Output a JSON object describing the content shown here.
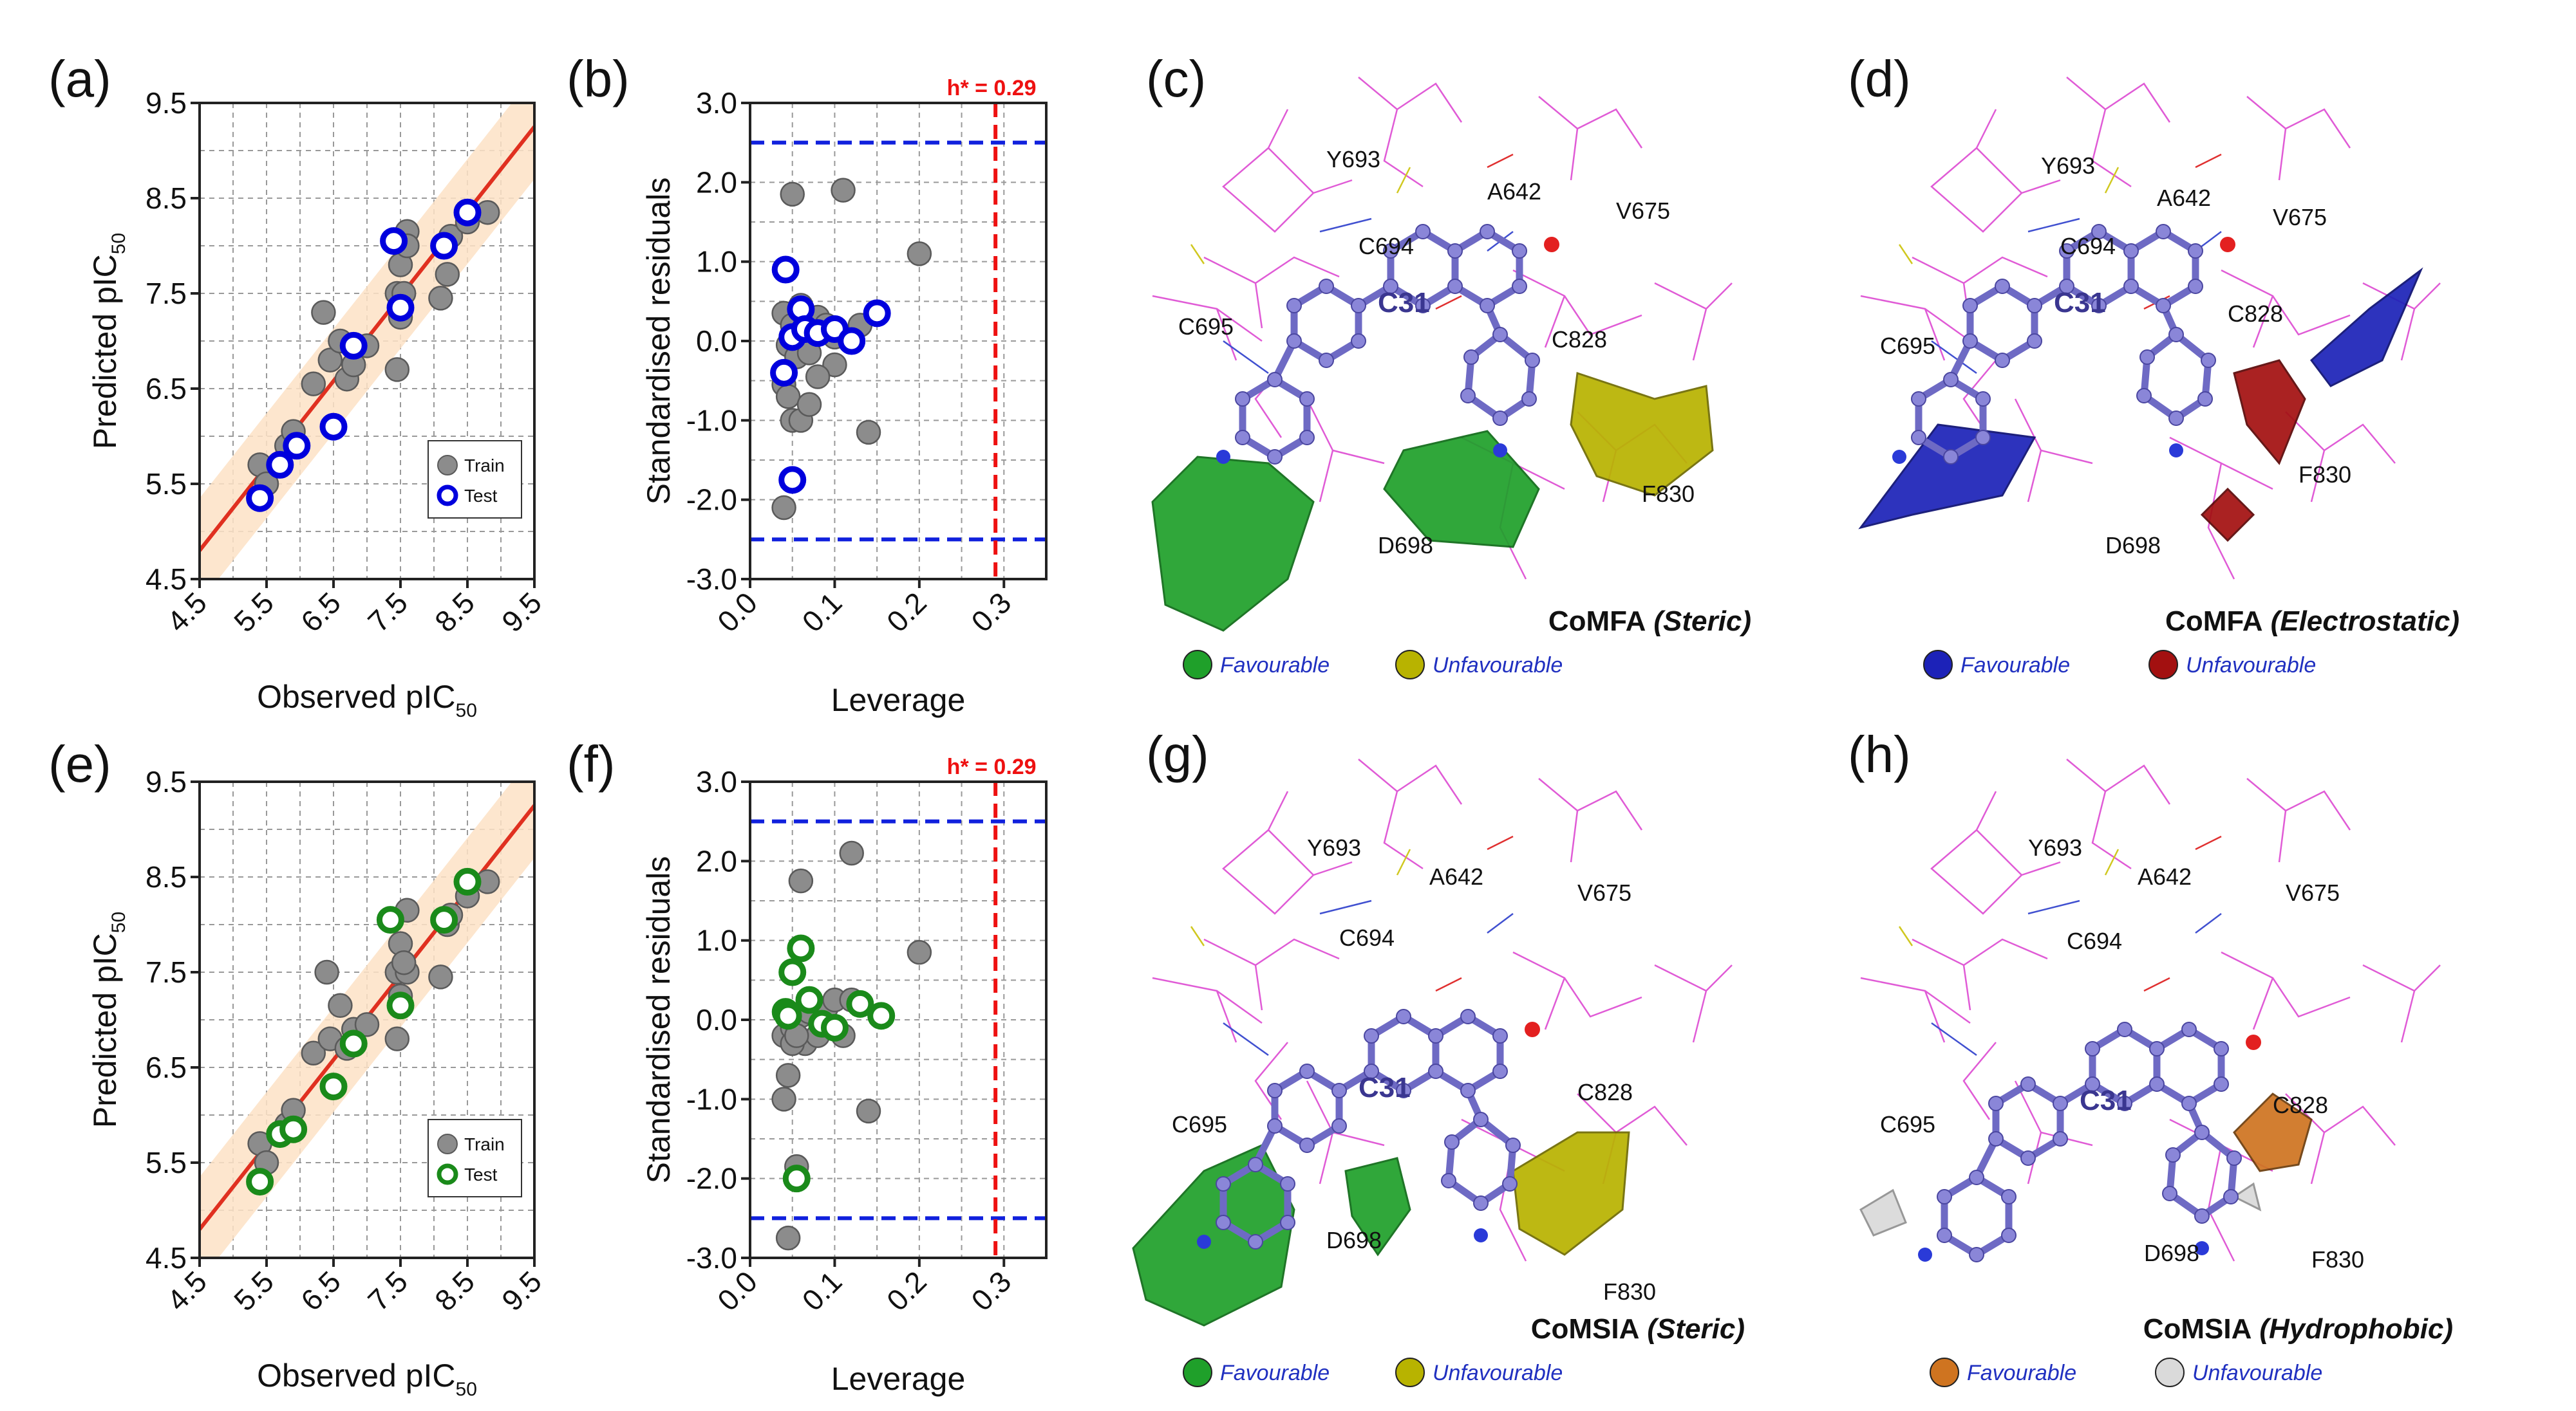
{
  "panel_labels": [
    "(a)",
    "(b)",
    "(c)",
    "(d)",
    "(e)",
    "(f)",
    "(g)",
    "(h)"
  ],
  "colors": {
    "train": "#8c8c8c",
    "test_a": "#0000dd",
    "test_e": "#1a8a1a",
    "fit_line": "#e03020",
    "band": "#fde2c6",
    "threshold": "#ee1111",
    "residual_limit": "#1020dd",
    "steric_fav": "#1fa02a",
    "steric_unfav": "#b8b300",
    "electro_fav": "#1c22b8",
    "electro_unfav": "#a31010",
    "hydro_fav": "#cf7420",
    "hydro_unfav": "#dadada",
    "ligand": "#6e6ac4"
  },
  "chart_data": [
    {
      "id": "a",
      "type": "scatter",
      "xlabel": "Observed pIC",
      "xlabel_sub": "50",
      "ylabel": "Predicted pIC",
      "ylabel_sub": "50",
      "xlim": [
        4.5,
        9.5
      ],
      "ylim": [
        4.5,
        9.5
      ],
      "xticks": [
        "4.5",
        "5.5",
        "6.5",
        "7.5",
        "8.5",
        "9.5"
      ],
      "yticks": [
        "9.5",
        "8.5",
        "7.5",
        "6.5",
        "5.5",
        "4.5"
      ],
      "grid": true,
      "legend_position": "bottom-right",
      "fit_line": [
        [
          4.5,
          4.8
        ],
        [
          9.5,
          9.25
        ]
      ],
      "band_halfwidth": 0.55,
      "series": [
        {
          "name": "Train",
          "marker": "filled",
          "x": [
            5.4,
            5.5,
            5.8,
            5.9,
            6.2,
            6.35,
            6.45,
            6.6,
            6.7,
            6.8,
            7.0,
            7.45,
            7.5,
            7.5,
            7.6,
            7.6,
            7.55,
            7.45,
            8.1,
            8.2,
            8.25,
            8.5,
            8.8
          ],
          "y": [
            5.7,
            5.5,
            5.9,
            6.05,
            6.55,
            7.3,
            6.8,
            7.0,
            6.6,
            6.75,
            6.95,
            7.5,
            7.25,
            7.8,
            8.15,
            8.0,
            7.5,
            6.7,
            7.45,
            7.7,
            8.1,
            8.25,
            8.35
          ]
        },
        {
          "name": "Test",
          "marker": "open",
          "x": [
            5.4,
            5.7,
            5.95,
            6.5,
            6.8,
            7.4,
            7.5,
            8.15,
            8.5
          ],
          "y": [
            5.35,
            5.7,
            5.9,
            6.1,
            6.95,
            8.05,
            7.35,
            8.0,
            8.35
          ]
        }
      ]
    },
    {
      "id": "b",
      "type": "scatter",
      "xlabel": "Leverage",
      "ylabel": "Standardised residuals",
      "xlim": [
        0.0,
        0.35
      ],
      "ylim": [
        -3.0,
        3.0
      ],
      "xticks": [
        "0.0",
        "0.1",
        "0.2",
        "0.3"
      ],
      "yticks": [
        "3.0",
        "2.0",
        "1.0",
        "0.0",
        "-1.0",
        "-2.0",
        "-3.0"
      ],
      "grid": true,
      "threshold_label": "h* = 0.29",
      "threshold_x": 0.29,
      "residual_limits": [
        2.5,
        -2.5
      ],
      "series": [
        {
          "name": "Train",
          "marker": "filled",
          "x": [
            0.04,
            0.05,
            0.045,
            0.06,
            0.055,
            0.065,
            0.07,
            0.08,
            0.09,
            0.1,
            0.1,
            0.12,
            0.13,
            0.14,
            0.2,
            0.04,
            0.045,
            0.05,
            0.06,
            0.07,
            0.08,
            0.11,
            0.05,
            0.04
          ],
          "y": [
            0.35,
            0.2,
            -0.05,
            0.45,
            -0.2,
            0.1,
            -0.15,
            0.3,
            0.2,
            0.05,
            -0.3,
            0.05,
            0.2,
            -1.15,
            1.1,
            -0.55,
            -0.7,
            -1.0,
            -1.0,
            -0.8,
            -0.45,
            1.9,
            1.85,
            -2.1
          ]
        },
        {
          "name": "Test",
          "marker": "open",
          "x": [
            0.042,
            0.05,
            0.06,
            0.065,
            0.08,
            0.1,
            0.12,
            0.15,
            0.04,
            0.05
          ],
          "y": [
            0.9,
            0.05,
            0.4,
            0.15,
            0.1,
            0.15,
            0.0,
            0.35,
            -0.4,
            -1.75
          ]
        }
      ]
    },
    {
      "id": "e",
      "type": "scatter",
      "xlabel": "Observed pIC",
      "xlabel_sub": "50",
      "ylabel": "Predicted pIC",
      "ylabel_sub": "50",
      "xlim": [
        4.5,
        9.5
      ],
      "ylim": [
        4.5,
        9.5
      ],
      "xticks": [
        "4.5",
        "5.5",
        "6.5",
        "7.5",
        "8.5",
        "9.5"
      ],
      "yticks": [
        "9.5",
        "8.5",
        "7.5",
        "6.5",
        "5.5",
        "4.5"
      ],
      "grid": true,
      "legend_position": "bottom-right",
      "fit_line": [
        [
          4.5,
          4.8
        ],
        [
          9.5,
          9.25
        ]
      ],
      "band_halfwidth": 0.55,
      "series": [
        {
          "name": "Train",
          "marker": "filled",
          "x": [
            5.4,
            5.5,
            5.8,
            5.9,
            6.2,
            6.4,
            6.45,
            6.6,
            6.7,
            6.8,
            7.0,
            7.45,
            7.5,
            7.5,
            7.6,
            7.6,
            7.55,
            7.45,
            8.1,
            8.2,
            8.25,
            8.5,
            8.8
          ],
          "y": [
            5.7,
            5.5,
            5.9,
            6.05,
            6.65,
            7.5,
            6.8,
            7.15,
            6.7,
            6.9,
            6.95,
            7.5,
            7.25,
            7.8,
            8.15,
            7.5,
            7.6,
            6.8,
            7.45,
            8.0,
            8.1,
            8.3,
            8.45
          ]
        },
        {
          "name": "Test",
          "marker": "open",
          "x": [
            5.4,
            5.7,
            5.9,
            6.5,
            6.8,
            7.35,
            7.5,
            8.15,
            8.5
          ],
          "y": [
            5.3,
            5.8,
            5.85,
            6.3,
            6.75,
            8.05,
            7.15,
            8.05,
            8.45
          ]
        }
      ]
    },
    {
      "id": "f",
      "type": "scatter",
      "xlabel": "Leverage",
      "ylabel": "Standardised residuals",
      "xlim": [
        0.0,
        0.35
      ],
      "ylim": [
        -3.0,
        3.0
      ],
      "xticks": [
        "0.0",
        "0.1",
        "0.2",
        "0.3"
      ],
      "yticks": [
        "3.0",
        "2.0",
        "1.0",
        "0.0",
        "-1.0",
        "-2.0",
        "-3.0"
      ],
      "grid": true,
      "threshold_label": "h* = 0.29",
      "threshold_x": 0.29,
      "residual_limits": [
        2.5,
        -2.5
      ],
      "series": [
        {
          "name": "Train",
          "marker": "filled",
          "x": [
            0.04,
            0.05,
            0.06,
            0.065,
            0.07,
            0.08,
            0.09,
            0.1,
            0.11,
            0.12,
            0.13,
            0.14,
            0.2,
            0.04,
            0.045,
            0.05,
            0.055,
            0.06,
            0.12,
            0.055,
            0.045
          ],
          "y": [
            -0.2,
            -0.1,
            0.05,
            -0.3,
            0.1,
            -0.2,
            0.15,
            0.25,
            -0.2,
            0.25,
            0.2,
            -1.15,
            0.85,
            -1.0,
            -0.7,
            -0.3,
            -0.2,
            1.75,
            2.1,
            -1.85,
            -2.75
          ]
        },
        {
          "name": "Test",
          "marker": "open",
          "x": [
            0.042,
            0.05,
            0.06,
            0.07,
            0.085,
            0.1,
            0.13,
            0.155,
            0.045,
            0.055
          ],
          "y": [
            0.1,
            0.6,
            0.9,
            0.25,
            -0.05,
            -0.1,
            0.2,
            0.05,
            0.05,
            -2.0
          ]
        }
      ]
    }
  ],
  "maps": [
    {
      "id": "c",
      "title": "CoMFA",
      "field": "(Steric)",
      "fav_label": "Favourable",
      "unfav_label": "Unfavourable",
      "ligand": "C31",
      "residues": [
        "Y693",
        "A642",
        "V675",
        "C694",
        "C695",
        "C828",
        "D698",
        "F830"
      ]
    },
    {
      "id": "d",
      "title": "CoMFA",
      "field": "(Electrostatic)",
      "fav_label": "Favourable",
      "unfav_label": "Unfavourable",
      "ligand": "C31",
      "residues": [
        "Y693",
        "A642",
        "V675",
        "C694",
        "C828",
        "C695",
        "D698",
        "F830"
      ]
    },
    {
      "id": "g",
      "title": "CoMSIA",
      "field": "(Steric)",
      "fav_label": "Favourable",
      "unfav_label": "Unfavourable",
      "ligand": "C31",
      "residues": [
        "Y693",
        "A642",
        "V675",
        "C694",
        "C695",
        "C828",
        "D698",
        "F830"
      ]
    },
    {
      "id": "h",
      "title": "CoMSIA",
      "field": "(Hydrophobic)",
      "fav_label": "Favourable",
      "unfav_label": "Unfavourable",
      "ligand": "C31",
      "residues": [
        "Y693",
        "A642",
        "V675",
        "C694",
        "C828",
        "C695",
        "D698",
        "F830"
      ]
    }
  ]
}
